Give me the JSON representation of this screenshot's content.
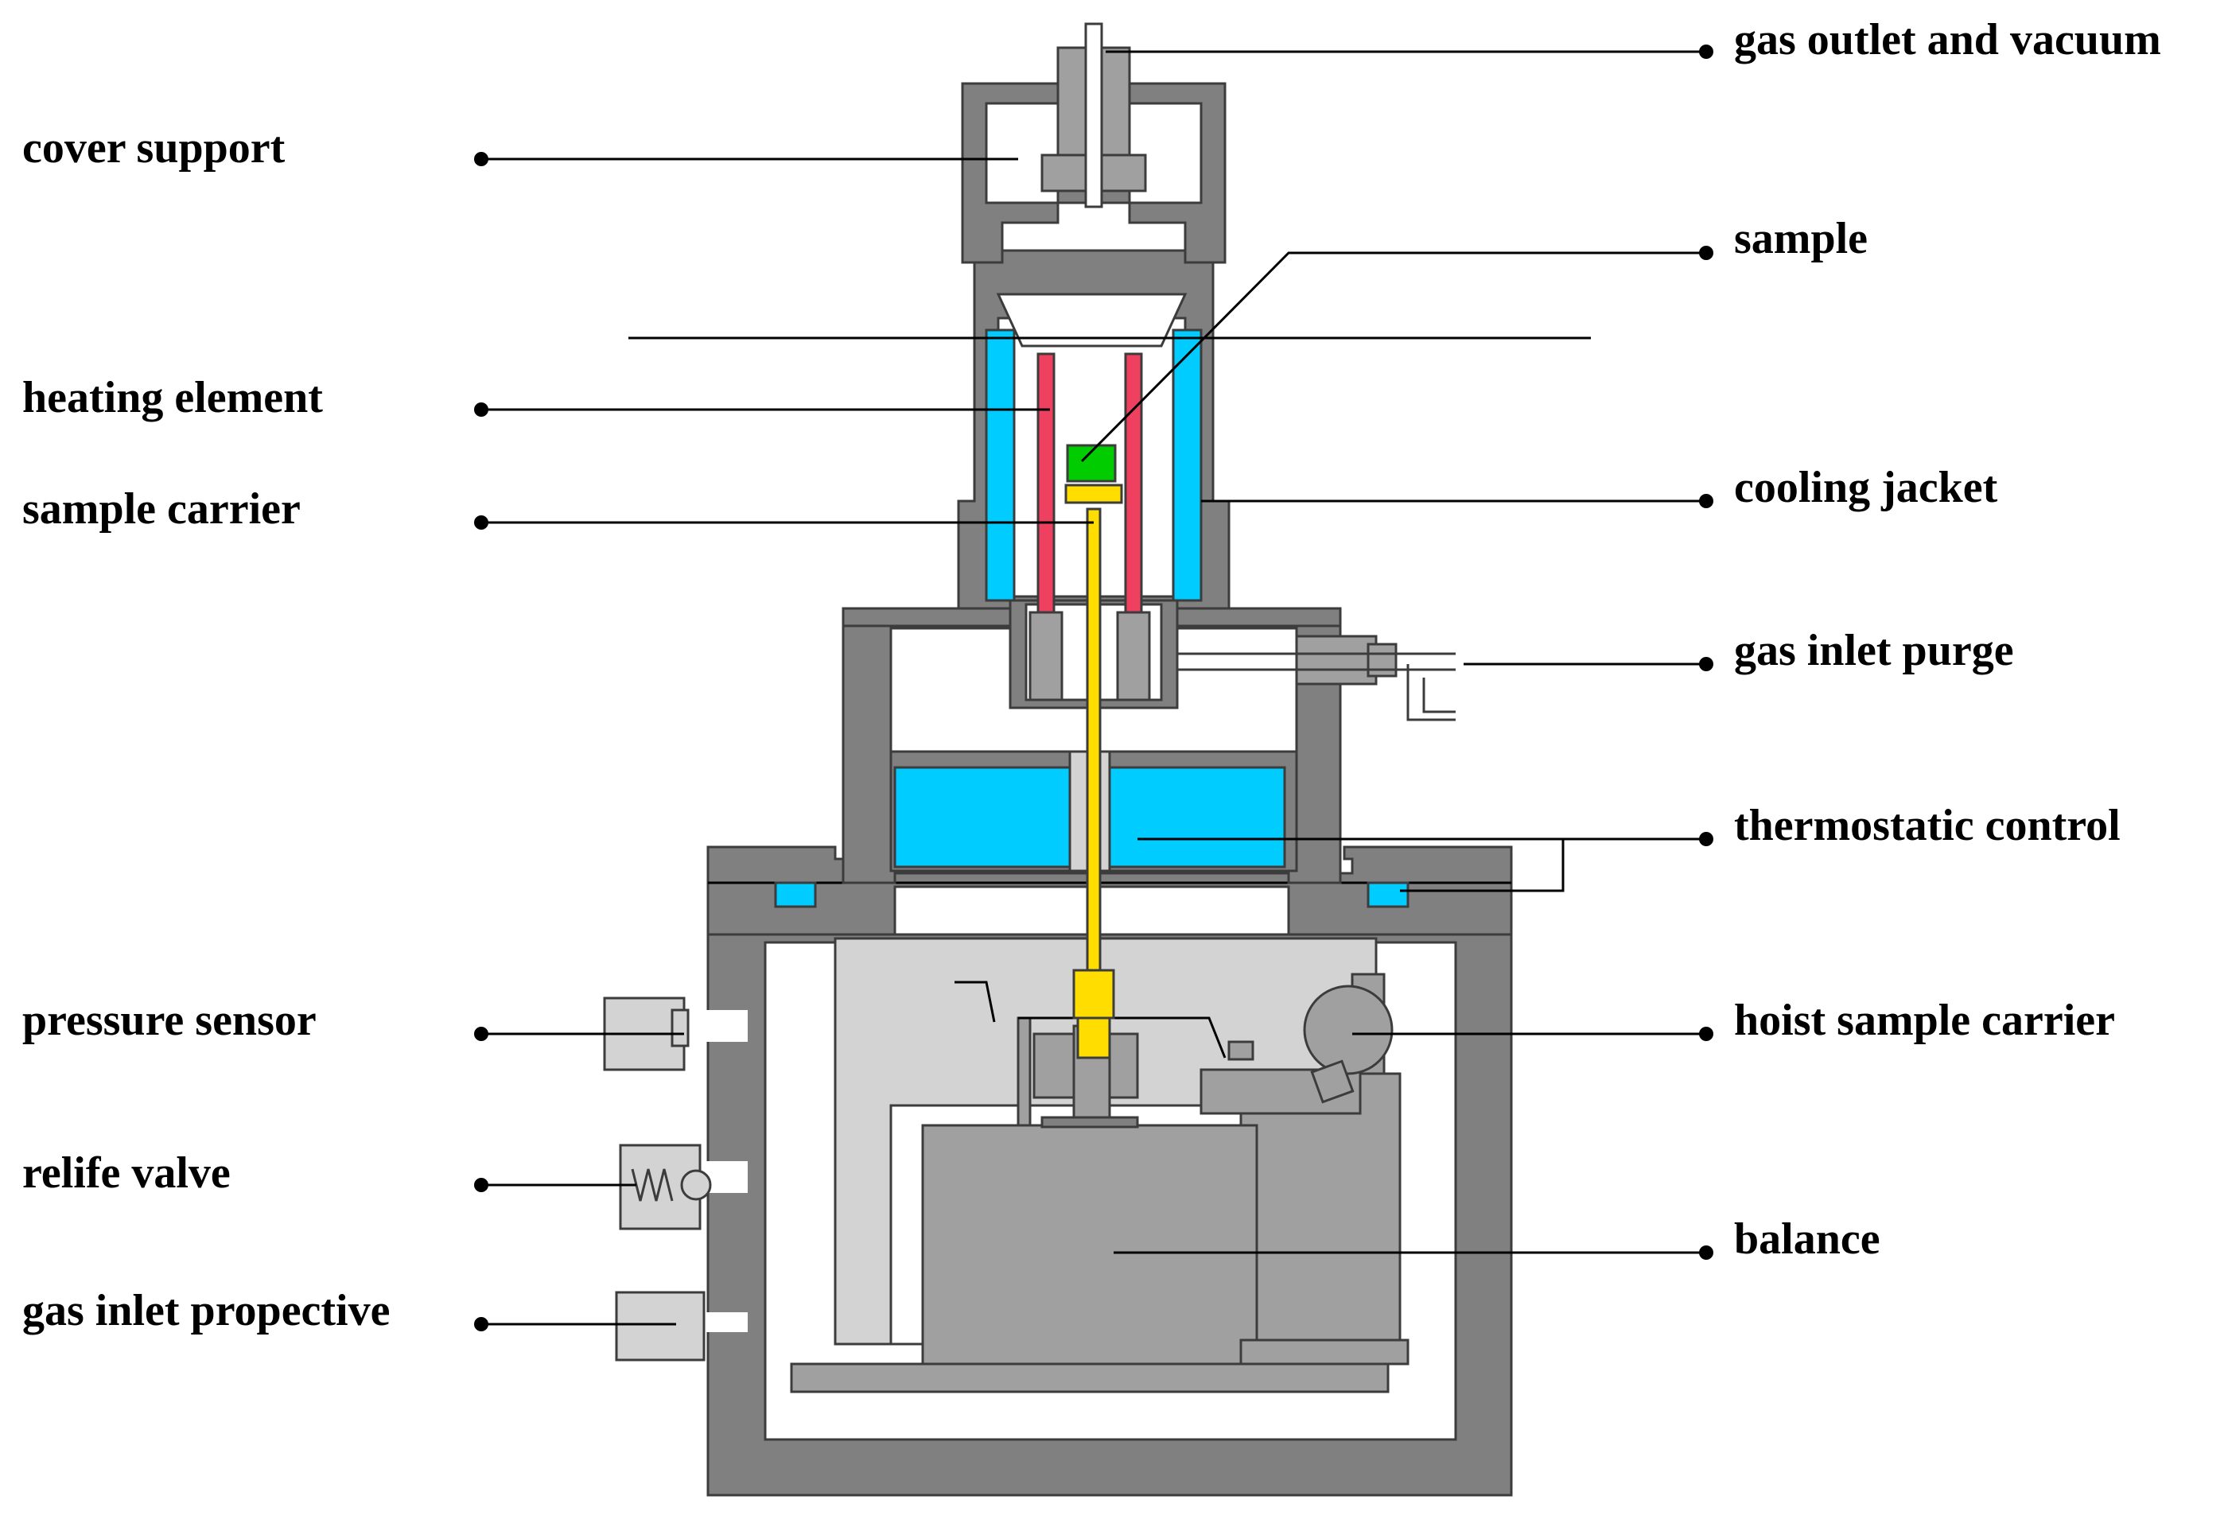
{
  "labels": {
    "left": {
      "cover_support": "cover support",
      "heating_element": "heating element",
      "sample_carrier": "sample carrier",
      "pressure_sensor": "pressure sensor",
      "relief_valve": "relife valve",
      "gas_inlet_protective": "gas inlet propective"
    },
    "right": {
      "gas_outlet": "gas outlet and vacuum",
      "sample": "sample",
      "cooling_jacket": "cooling jacket",
      "gas_inlet_purge": "gas inlet purge",
      "thermostatic_control": "thermostatic control",
      "hoist_sample_carrier": "hoist sample carrier",
      "balance": "balance"
    }
  },
  "colors": {
    "housing": "#808080",
    "housing_outline": "#3c3c3c",
    "light_gray": "#d3d3d3",
    "mid_gray": "#a0a0a0",
    "coolant": "#00ccff",
    "heater": "#f04060",
    "sample": "#00cc00",
    "carrier": "#ffdd00",
    "leader": "#000000"
  }
}
